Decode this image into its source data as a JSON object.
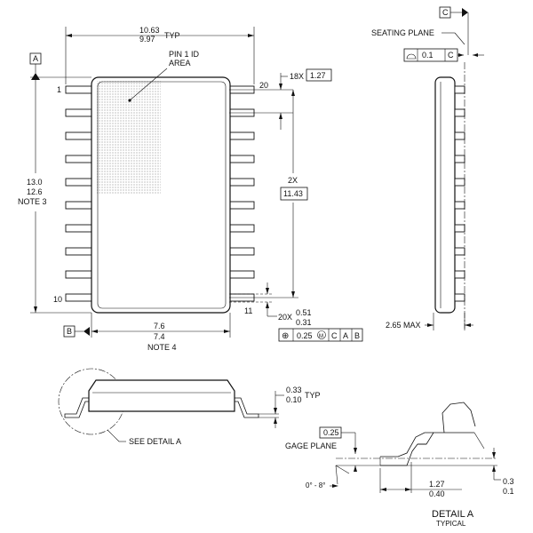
{
  "top_view": {
    "body_width": {
      "max": "10.63",
      "min": "9.97",
      "suffix": "TYP"
    },
    "pin1_note": {
      "line1": "PIN 1 ID",
      "line2": "AREA"
    },
    "pin_labels": {
      "first": "1",
      "last_left": "10",
      "first_right": "20",
      "last_right": "11"
    },
    "length": {
      "max": "13.0",
      "min": "12.6",
      "note": "NOTE 3"
    },
    "pitch": {
      "prefix": "18X",
      "value": "1.27"
    },
    "span": {
      "prefix": "2X",
      "value": "11.43"
    },
    "lead_width": {
      "prefix": "20X",
      "max": "0.51",
      "min": "0.31"
    },
    "width": {
      "max": "7.6",
      "min": "7.4",
      "note": "NOTE 4"
    },
    "datum_a": "A",
    "datum_b": "B",
    "position_fcf": {
      "symbol": "⊕",
      "tolerance": "0.25",
      "modifier": "M",
      "ref1": "C",
      "ref2": "A",
      "ref3": "B"
    }
  },
  "side_view": {
    "datum_c": "C",
    "seating_plane": "SEATING PLANE",
    "flatness_fcf": {
      "tolerance": "0.1",
      "ref": "C"
    },
    "height": "2.65 MAX"
  },
  "end_view": {
    "lead_thickness": {
      "max": "0.33",
      "min": "0.10",
      "suffix": "TYP"
    },
    "see_detail": "SEE DETAIL A"
  },
  "detail_a": {
    "gage_box": "0.25",
    "gage_plane": "GAGE PLANE",
    "angle": "0° - 8°",
    "foot_length": {
      "max": "1.27",
      "min": "0.40"
    },
    "standoff": {
      "max": "0.3",
      "min": "0.1"
    },
    "title": "DETAIL A",
    "subtitle": "TYPICAL"
  }
}
